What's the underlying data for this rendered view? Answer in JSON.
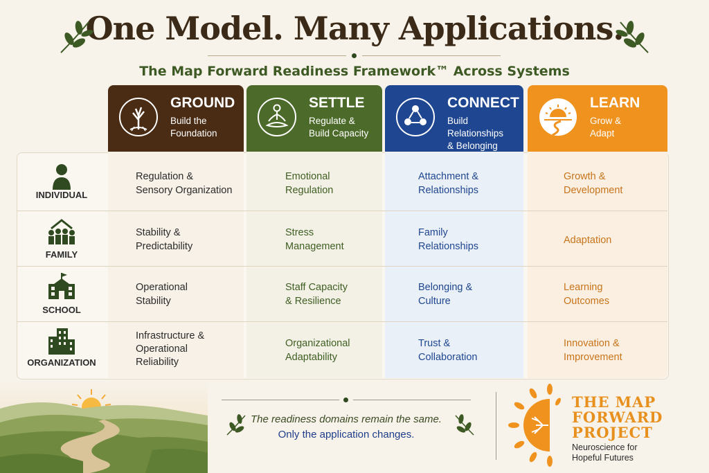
{
  "title": "One Model. Many Applications.",
  "subtitle": "The Map Forward Readiness Framework™ Across Systems",
  "columns": [
    {
      "name": "GROUND",
      "sub1": "Build the",
      "sub2": "Foundation",
      "color": "#4a2c14",
      "icon": "tree-icon"
    },
    {
      "name": "SETTLE",
      "sub1": "Regulate &",
      "sub2": "Build Capacity",
      "color": "#4c6b2a",
      "icon": "meditation-icon"
    },
    {
      "name": "CONNECT",
      "sub1": "Build Relationships",
      "sub2": "& Belonging",
      "color": "#1f4690",
      "icon": "connected-people-icon"
    },
    {
      "name": "LEARN",
      "sub1": "Grow &",
      "sub2": "Adapt",
      "color": "#f0921e",
      "icon": "sunrise-path-icon"
    }
  ],
  "rows": [
    {
      "label": "INDIVIDUAL",
      "icon": "person-icon",
      "cells": [
        [
          "Regulation &",
          "Sensory Organization"
        ],
        [
          "Emotional",
          "Regulation"
        ],
        [
          "Attachment &",
          "Relationships"
        ],
        [
          "Growth &",
          "Development"
        ]
      ]
    },
    {
      "label": "FAMILY",
      "icon": "family-home-icon",
      "cells": [
        [
          "Stability &",
          "Predictability"
        ],
        [
          "Stress",
          "Management"
        ],
        [
          "Family",
          "Relationships"
        ],
        [
          "Adaptation"
        ]
      ]
    },
    {
      "label": "SCHOOL",
      "icon": "school-building-icon",
      "cells": [
        [
          "Operational",
          "Stability"
        ],
        [
          "Staff Capacity",
          "& Resilience"
        ],
        [
          "Belonging &",
          "Culture"
        ],
        [
          "Learning",
          "Outcomes"
        ]
      ]
    },
    {
      "label": "ORGANIZATION",
      "icon": "office-buildings-icon",
      "cells": [
        [
          "Infrastructure &",
          "Operational",
          "Reliability"
        ],
        [
          "Organizational",
          "Adaptability"
        ],
        [
          "Trust &",
          "Collaboration"
        ],
        [
          "Innovation &",
          "Improvement"
        ]
      ]
    }
  ],
  "footer": {
    "line1": "The readiness domains remain the same.",
    "line2": "Only the application changes."
  },
  "logo": {
    "line1": "THE MAP",
    "line2": "FORWARD",
    "line3": "PROJECT",
    "tag1": "Neuroscience for",
    "tag2": "Hopeful Futures"
  },
  "colors": {
    "ground": "#4a2c14",
    "settle": "#4c6b2a",
    "connect": "#1f4690",
    "learn": "#f0921e",
    "ground_text": "#2b2b2b",
    "settle_text": "#3f5e22",
    "connect_text": "#1f4690",
    "learn_text": "#c8741a"
  }
}
